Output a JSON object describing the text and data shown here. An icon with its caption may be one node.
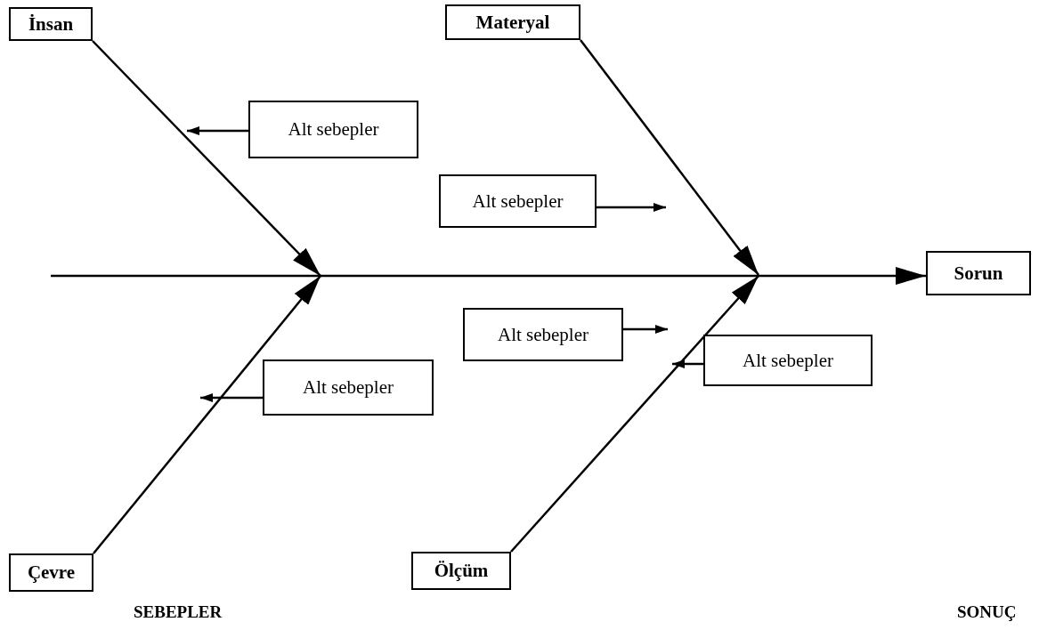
{
  "diagram": {
    "nodes": [
      {
        "text": [
          "İnsan"
        ]
      },
      {
        "text": [
          "Materyal"
        ]
      },
      {
        "text": [
          "Alt sebepler"
        ]
      },
      {
        "text": [
          "Alt sebepler"
        ]
      },
      {
        "text": [
          "Sorun"
        ]
      },
      {
        "text": [
          "Alt sebepler"
        ]
      },
      {
        "text": [
          "Alt sebepler"
        ]
      },
      {
        "text": [
          "Alt sebepler"
        ]
      },
      {
        "text": [
          "Çevre"
        ]
      },
      {
        "text": [
          "Ölçüm"
        ]
      }
    ],
    "edges": [
      {
        "from": null,
        "to": 4,
        "arrow": "to"
      },
      {
        "from": 0,
        "to": null,
        "arrow": "to"
      },
      {
        "from": 1,
        "to": null,
        "arrow": "to"
      },
      {
        "from": 8,
        "to": null,
        "arrow": "to"
      },
      {
        "from": 9,
        "to": null,
        "arrow": "to"
      },
      {
        "from": 2,
        "to": null,
        "arrow": "to"
      },
      {
        "from": 3,
        "to": null,
        "arrow": "to"
      },
      {
        "from": 5,
        "to": null,
        "arrow": "to"
      },
      {
        "from": 6,
        "to": null,
        "arrow": "to"
      },
      {
        "from": 7,
        "to": null,
        "arrow": "to"
      }
    ],
    "labels": [
      "SEBEPLER",
      "SONUÇ"
    ]
  }
}
